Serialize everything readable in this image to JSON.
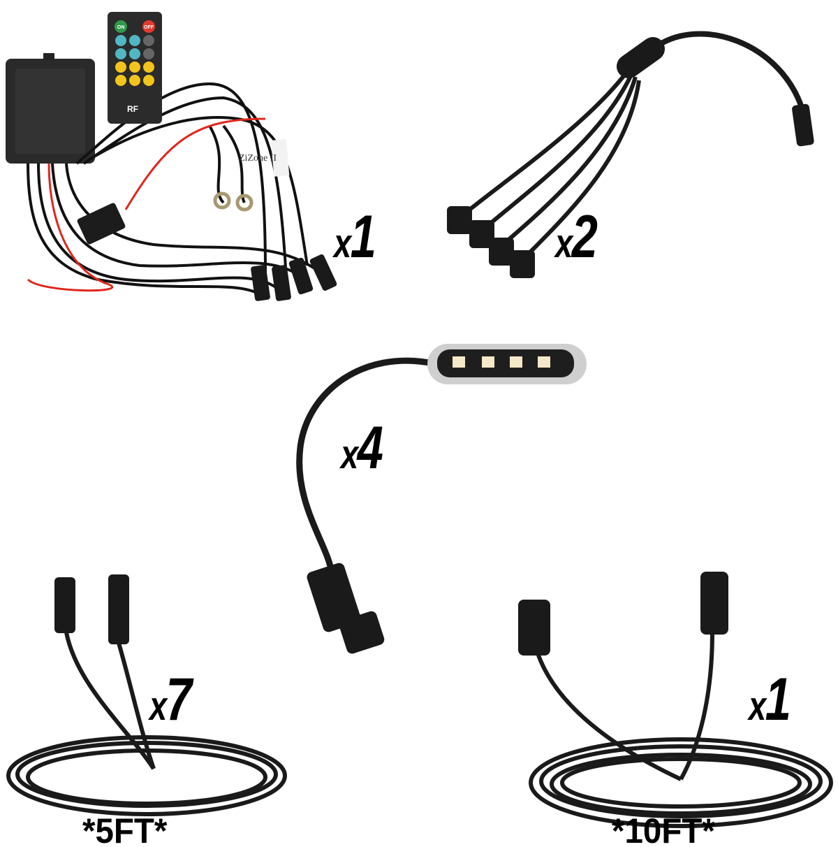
{
  "items": [
    {
      "name": "controller-with-remote",
      "quantity_label": "x",
      "quantity": "1",
      "remote": {
        "on_label": "ON",
        "off_label": "OFF",
        "rf_label": "RF"
      },
      "wire_tag": "ZiZone II"
    },
    {
      "name": "splitter",
      "quantity_label": "x",
      "quantity": "2"
    },
    {
      "name": "led-pod",
      "quantity_label": "x",
      "quantity": "4"
    },
    {
      "name": "extension-cable-short",
      "quantity_label": "x",
      "quantity": "7",
      "length_label": "*5FT*"
    },
    {
      "name": "extension-cable-long",
      "quantity_label": "x",
      "quantity": "1",
      "length_label": "*10FT*"
    }
  ],
  "colors": {
    "background": "#ffffff",
    "cable": "#1a1a1a",
    "red_wire": "#e0261c",
    "remote_on": "#2f9a4c",
    "remote_off": "#e23a2c",
    "remote_teal": "#52b6c4",
    "remote_yellow": "#f2c51d"
  }
}
